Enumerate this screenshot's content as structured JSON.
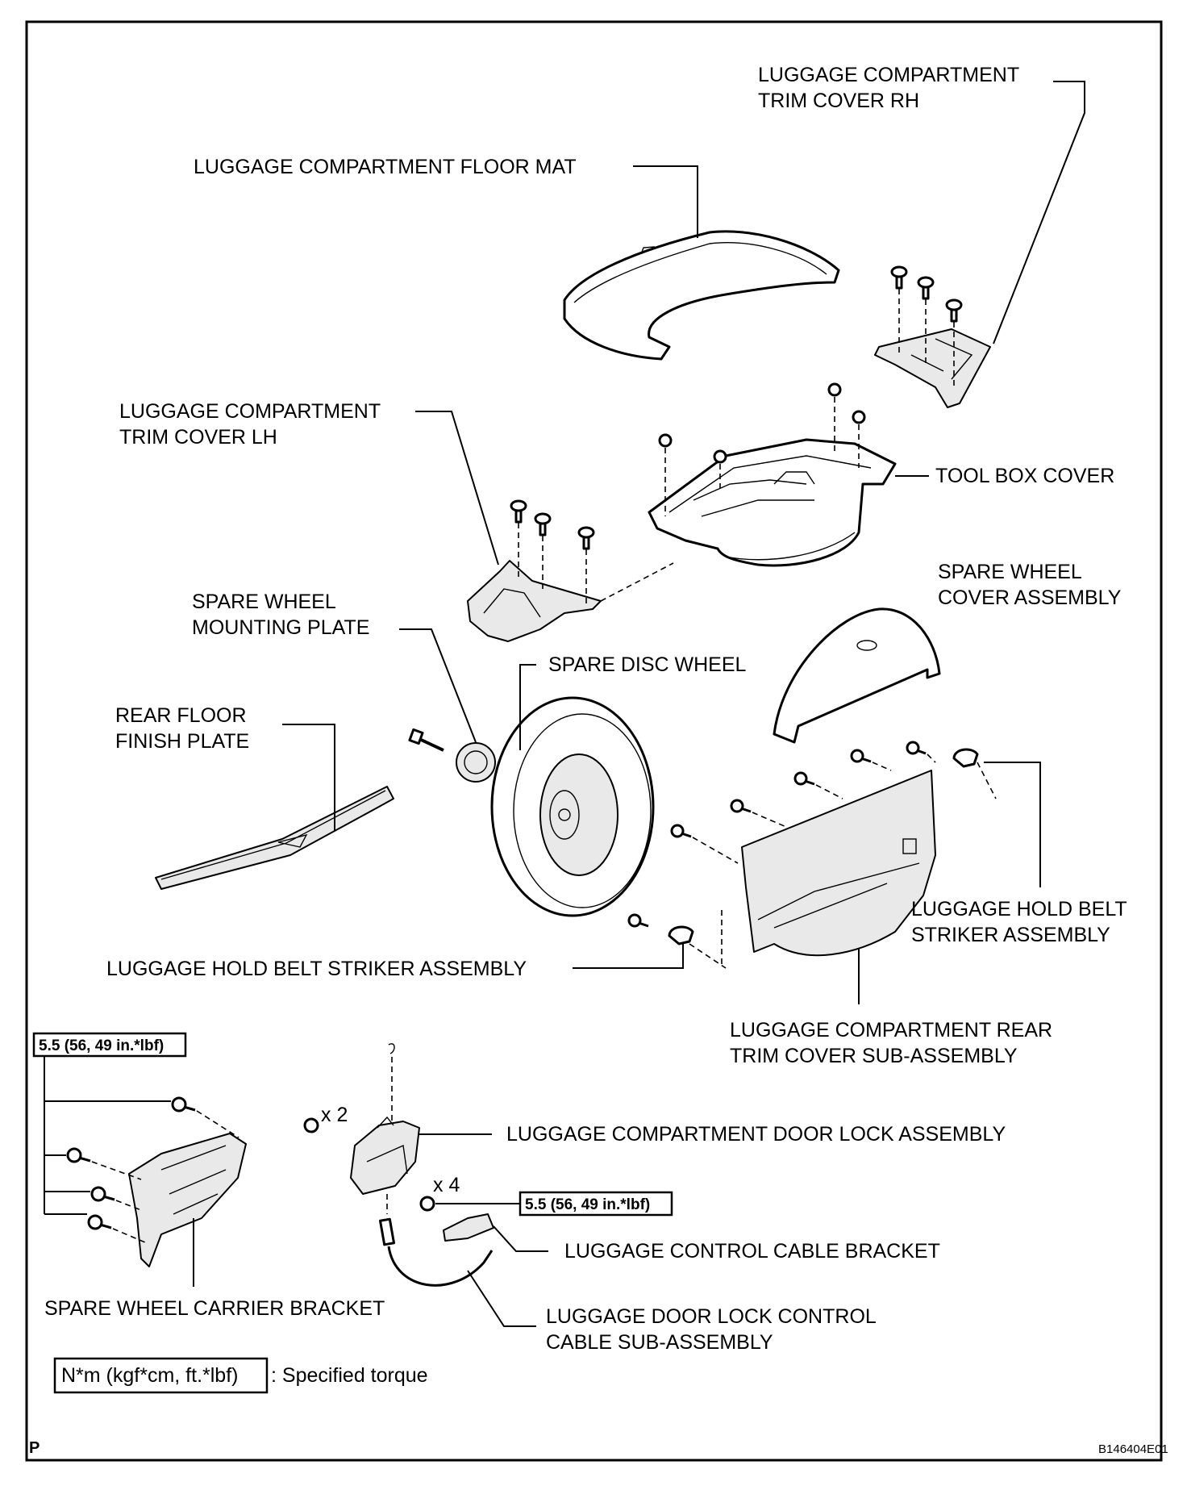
{
  "labels": {
    "trim_cover_rh_1": "LUGGAGE COMPARTMENT",
    "trim_cover_rh_2": "TRIM COVER RH",
    "floor_mat": "LUGGAGE COMPARTMENT FLOOR MAT",
    "trim_cover_lh_1": "LUGGAGE COMPARTMENT",
    "trim_cover_lh_2": "TRIM COVER LH",
    "tool_box_cover": "TOOL BOX COVER",
    "spare_wheel_cover_1": "SPARE WHEEL",
    "spare_wheel_cover_2": "COVER ASSEMBLY",
    "mounting_plate_1": "SPARE WHEEL",
    "mounting_plate_2": "MOUNTING PLATE",
    "spare_disc_wheel": "SPARE DISC WHEEL",
    "rear_floor_1": "REAR FLOOR",
    "rear_floor_2": "FINISH PLATE",
    "belt_striker_right_1": "LUGGAGE HOLD BELT",
    "belt_striker_right_2": "STRIKER ASSEMBLY",
    "belt_striker_left": "LUGGAGE HOLD BELT STRIKER ASSEMBLY",
    "rear_trim_1": "LUGGAGE COMPARTMENT REAR",
    "rear_trim_2": "TRIM COVER SUB-ASSEMBLY",
    "door_lock": "LUGGAGE COMPARTMENT DOOR LOCK ASSEMBLY",
    "cable_bracket": "LUGGAGE CONTROL CABLE BRACKET",
    "carrier_bracket": "SPARE WHEEL CARRIER BRACKET",
    "control_cable_1": "LUGGAGE DOOR LOCK CONTROL",
    "control_cable_2": "CABLE SUB-ASSEMBLY"
  },
  "torque": {
    "carrier_bracket": "5.5 (56, 49 in.*lbf)",
    "cable_bracket": "5.5 (56, 49 in.*lbf)"
  },
  "quantities": {
    "lock_nuts": "x 2",
    "bracket_nuts": "x 4"
  },
  "legend": {
    "box": "N*m (kgf*cm, ft.*lbf)",
    "text": ": Specified torque"
  },
  "corner": {
    "left": "P",
    "right": "B146404E01"
  }
}
